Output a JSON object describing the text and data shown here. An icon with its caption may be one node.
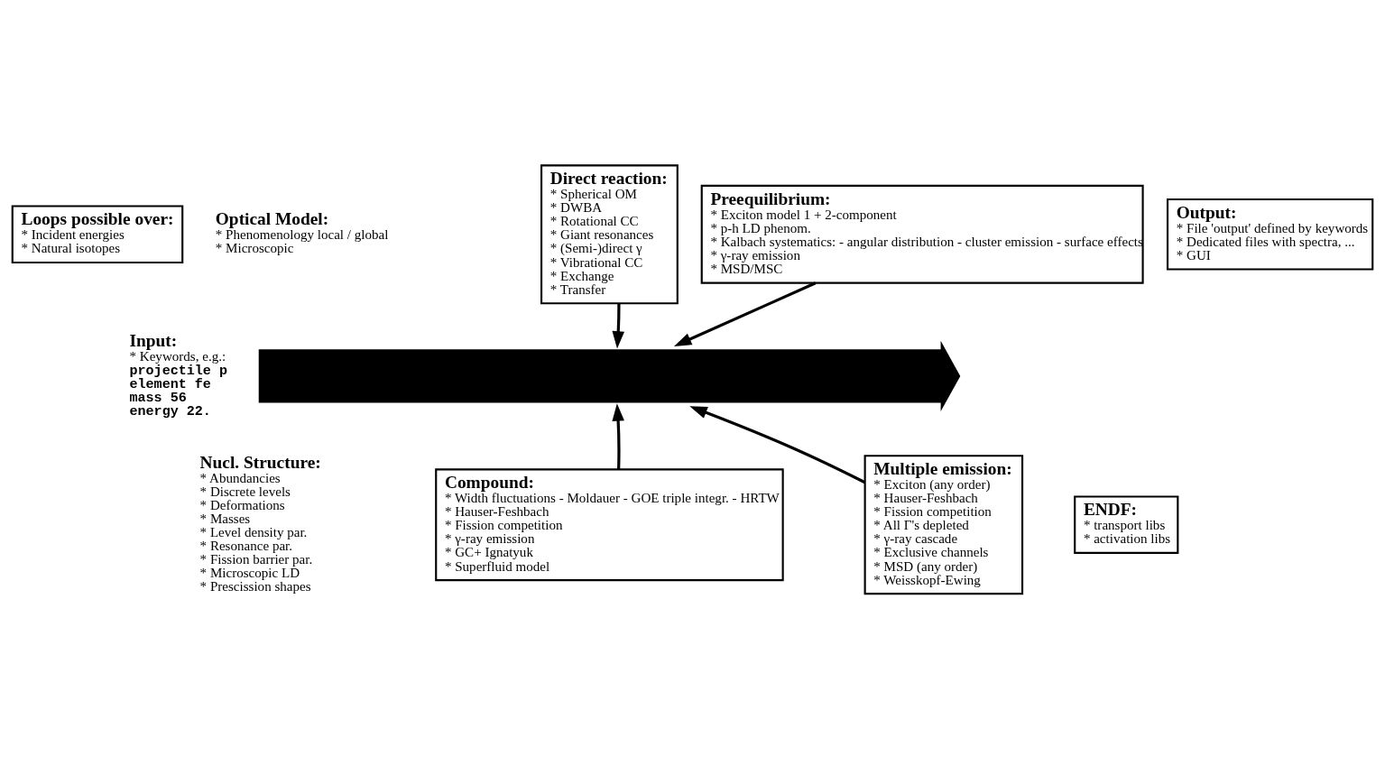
{
  "diagram": {
    "nodes": [
      {
        "text": [
          "Loops possible over:",
          "* Incident energies",
          "* Natural isotopes"
        ]
      },
      {
        "text": [
          "Direct reaction:",
          "* Spherical OM",
          "* DWBA",
          "* Rotational CC",
          "* Giant resonances",
          "* (Semi-)direct γ",
          "* Vibrational CC",
          "* Exchange",
          "* Transfer"
        ]
      },
      {
        "text": [
          "Preequilibrium:",
          "* Exciton model 1 + 2-component",
          "* p-h LD phenom.",
          "* Kalbach systematics: - angular distribution - cluster emission - surface effects",
          "* γ-ray emission",
          "* MSD/MSC"
        ]
      },
      {
        "text": [
          "Output:",
          "* File 'output' defined by keywords",
          "* Dedicated files with spectra, ...",
          "* GUI"
        ]
      },
      {
        "text": [],
        "shape": "arrow"
      },
      {
        "text": [
          "Compound:",
          "* Width fluctuations - Moldauer - GOE triple integr. - HRTW",
          "* Hauser-Feshbach",
          "* Fission competition",
          "* γ-ray emission",
          "* GC+ Ignatyuk",
          "* Superfluid model"
        ]
      },
      {
        "text": [
          "Multiple emission:",
          "* Exciton (any order)",
          "* Hauser-Feshbach",
          "* Fission competition",
          "* All Γ's depleted",
          "* γ-ray cascade",
          "* Exclusive channels",
          "* MSD (any order)",
          "* Weisskopf-Ewing"
        ]
      },
      {
        "text": [
          "ENDF:",
          "* transport libs",
          "* activation libs"
        ]
      }
    ],
    "edges": [
      {
        "from": 1,
        "to": 4,
        "arrow": "to"
      },
      {
        "from": 2,
        "to": 4,
        "arrow": "to"
      },
      {
        "from": 5,
        "to": 4,
        "arrow": "to"
      },
      {
        "from": 6,
        "to": 4,
        "arrow": "to"
      }
    ],
    "labels": [
      "Optical Model:",
      "* Phenomenology local / global",
      "* Microscopic",
      "Input:",
      "* Keywords, e.g.:",
      "projectile p",
      "element fe",
      "mass 56",
      "energy 22.",
      "Nucl. Structure:",
      "* Abundancies",
      "* Discrete levels",
      "* Deformations",
      "* Masses",
      "* Level density par.",
      "* Resonance par.",
      "* Fission barrier par.",
      "* Microscopic LD",
      "* Prescission shapes"
    ]
  }
}
